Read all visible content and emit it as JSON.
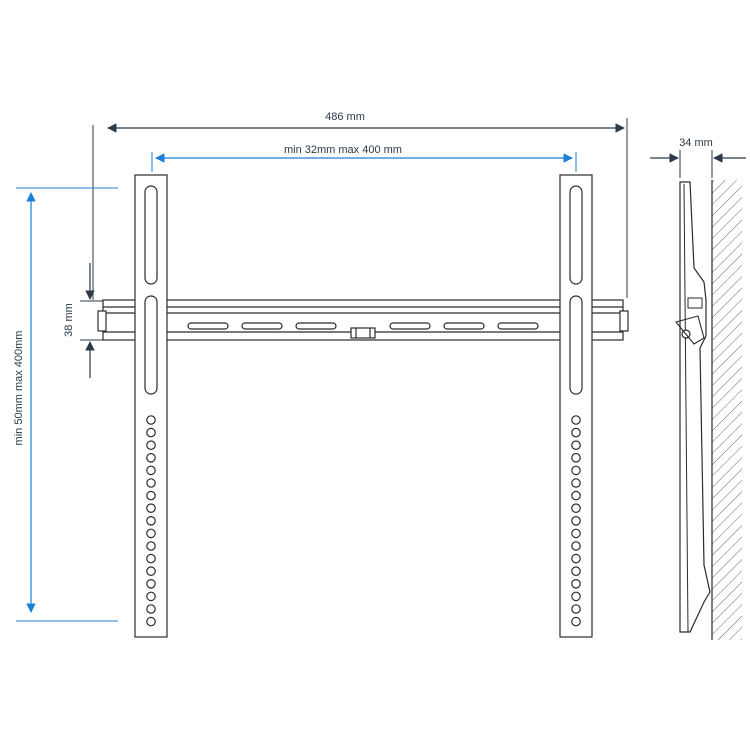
{
  "dimensions": {
    "overall_width": "486 mm",
    "hole_spacing_horizontal": "min 32mm max 400 mm",
    "hole_spacing_vertical": "min 50mm max 400mm",
    "rail_height": "38 mm",
    "wall_distance": "34 mm"
  },
  "colors": {
    "outline": "#2b2b2b",
    "dimension_line": "#1b7fd6",
    "text": "#2b3a4a"
  }
}
